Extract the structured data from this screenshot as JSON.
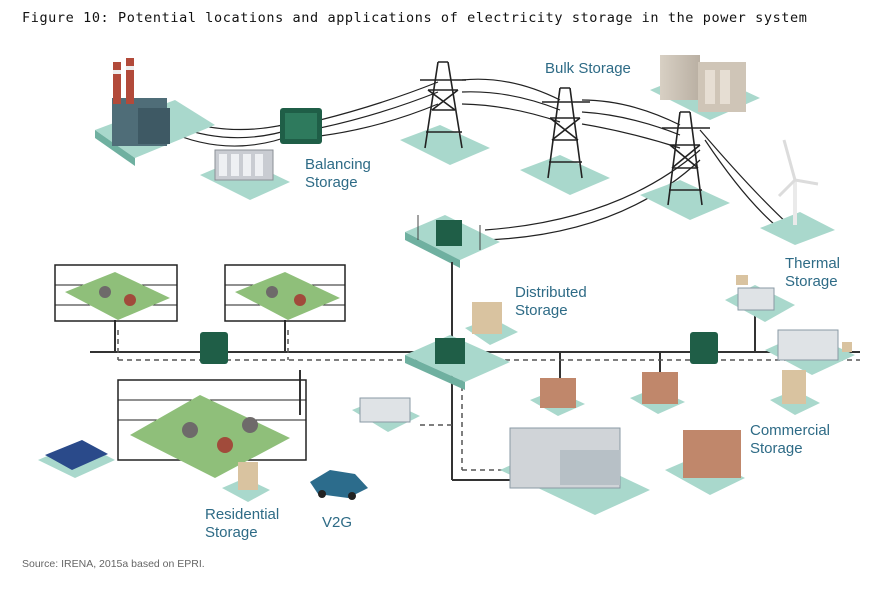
{
  "figure": {
    "title": "Figure 10:  Potential locations and applications of electricity storage in the power system",
    "source": "Source: IRENA, 2015a based on EPRI."
  },
  "labels": {
    "bulk": "Bulk Storage",
    "balancing_1": "Balancing",
    "balancing_2": "Storage",
    "distributed_1": "Distributed",
    "distributed_2": "Storage",
    "thermal_1": "Thermal",
    "thermal_2": "Storage",
    "commercial_1": "Commercial",
    "commercial_2": "Storage",
    "residential_1": "Residential",
    "residential_2": "Storage",
    "v2g": "V2G"
  },
  "colors": {
    "label": "#2e6b86",
    "tile": "#a9d8cc",
    "tile_side": "#6fb0a0",
    "storage_unit": "#1f5e47",
    "wire": "#333333",
    "dashed_wire": "#555555"
  }
}
